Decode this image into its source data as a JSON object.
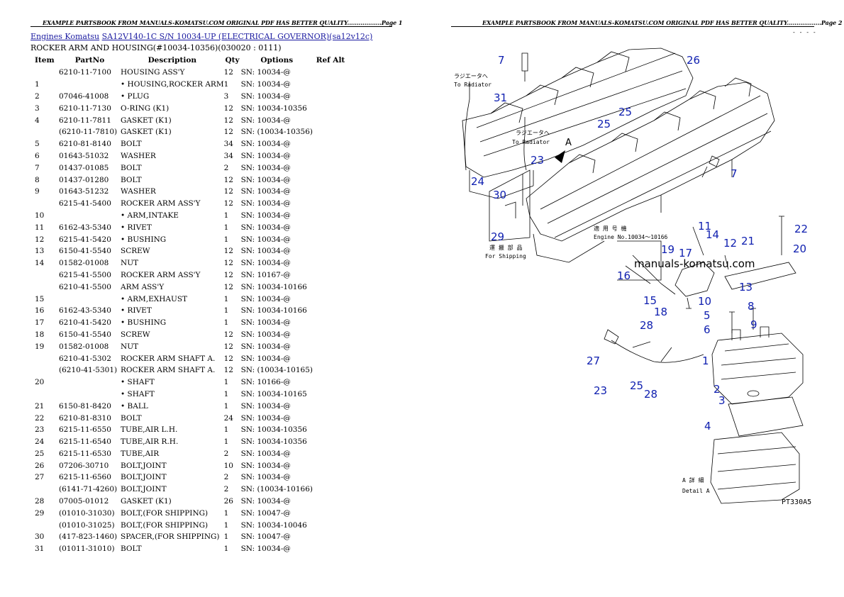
{
  "header": {
    "left": "EXAMPLE PARTSBOOK FROM MANUALS-KOMATSU.COM ORIGINAL PDF HAS BETTER QUALITY..................Page 1",
    "right": "EXAMPLE PARTSBOOK FROM MANUALS-KOMATSU.COM ORIGINAL PDF HAS BETTER QUALITY..................Page 2"
  },
  "breadcrumb": {
    "link1": "Engines Komatsu",
    "link2": "SA12V140-1C S/N 10034-UP (ELECTRICAL GOVERNOR)(sa12v12c)"
  },
  "section_title": "ROCKER ARM AND HOUSING(#10034-10356)(030020 : 0111)",
  "columns": [
    "Item",
    "PartNo",
    "Description",
    "Qty",
    "Options",
    "Ref Alt"
  ],
  "rows": [
    [
      "",
      "6210-11-7100",
      "HOUSING ASS'Y",
      "12",
      "SN: 10034-@",
      ""
    ],
    [
      "1",
      "",
      "• HOUSING,ROCKER ARM",
      "1",
      "SN: 10034-@",
      ""
    ],
    [
      "2",
      "07046-41008",
      "• PLUG",
      "3",
      "SN: 10034-@",
      ""
    ],
    [
      "3",
      "6210-11-7130",
      "O-RING (K1)",
      "12",
      "SN: 10034-10356",
      ""
    ],
    [
      "4",
      "6210-11-7811",
      "GASKET (K1)",
      "12",
      "SN: 10034-@",
      ""
    ],
    [
      "",
      "(6210-11-7810)",
      "GASKET (K1)",
      "12",
      "SN: (10034-10356)",
      ""
    ],
    [
      "5",
      "6210-81-8140",
      "BOLT",
      "34",
      "SN: 10034-@",
      ""
    ],
    [
      "6",
      "01643-51032",
      "WASHER",
      "34",
      "SN: 10034-@",
      ""
    ],
    [
      "7",
      "01437-01085",
      "BOLT",
      "2",
      "SN: 10034-@",
      ""
    ],
    [
      "8",
      "01437-01280",
      "BOLT",
      "12",
      "SN: 10034-@",
      ""
    ],
    [
      "9",
      "01643-51232",
      "WASHER",
      "12",
      "SN: 10034-@",
      ""
    ],
    [
      "",
      "6215-41-5400",
      "ROCKER ARM ASS'Y",
      "12",
      "SN: 10034-@",
      ""
    ],
    [
      "10",
      "",
      "• ARM,INTAKE",
      "1",
      "SN: 10034-@",
      ""
    ],
    [
      "11",
      "6162-43-5340",
      "• RIVET",
      "1",
      "SN: 10034-@",
      ""
    ],
    [
      "12",
      "6215-41-5420",
      "• BUSHING",
      "1",
      "SN: 10034-@",
      ""
    ],
    [
      "13",
      "6150-41-5540",
      "SCREW",
      "12",
      "SN: 10034-@",
      ""
    ],
    [
      "14",
      "01582-01008",
      "NUT",
      "12",
      "SN: 10034-@",
      ""
    ],
    [
      "",
      "6215-41-5500",
      "ROCKER ARM ASS'Y",
      "12",
      "SN: 10167-@",
      ""
    ],
    [
      "",
      "6210-41-5500",
      "ARM ASS'Y",
      "12",
      "SN: 10034-10166",
      ""
    ],
    [
      "15",
      "",
      "• ARM,EXHAUST",
      "1",
      "SN: 10034-@",
      ""
    ],
    [
      "16",
      "6162-43-5340",
      "• RIVET",
      "1",
      "SN: 10034-10166",
      ""
    ],
    [
      "17",
      "6210-41-5420",
      "• BUSHING",
      "1",
      "SN: 10034-@",
      ""
    ],
    [
      "18",
      "6150-41-5540",
      "SCREW",
      "12",
      "SN: 10034-@",
      ""
    ],
    [
      "19",
      "01582-01008",
      "NUT",
      "12",
      "SN: 10034-@",
      ""
    ],
    [
      "",
      "6210-41-5302",
      "ROCKER ARM SHAFT A.",
      "12",
      "SN: 10034-@",
      ""
    ],
    [
      "",
      "(6210-41-5301)",
      "ROCKER ARM SHAFT A.",
      "12",
      "SN: (10034-10165)",
      ""
    ],
    [
      "20",
      "",
      "• SHAFT",
      "1",
      "SN: 10166-@",
      ""
    ],
    [
      "",
      "",
      "• SHAFT",
      "1",
      "SN: 10034-10165",
      ""
    ],
    [
      "21",
      "6150-81-8420",
      "• BALL",
      "1",
      "SN: 10034-@",
      ""
    ],
    [
      "22",
      "6210-81-8310",
      "BOLT",
      "24",
      "SN: 10034-@",
      ""
    ],
    [
      "23",
      "6215-11-6550",
      "TUBE,AIR L.H.",
      "1",
      "SN: 10034-10356",
      ""
    ],
    [
      "24",
      "6215-11-6540",
      "TUBE,AIR R.H.",
      "1",
      "SN: 10034-10356",
      ""
    ],
    [
      "25",
      "6215-11-6530",
      "TUBE,AIR",
      "2",
      "SN: 10034-@",
      ""
    ],
    [
      "26",
      "07206-30710",
      "BOLT,JOINT",
      "10",
      "SN: 10034-@",
      ""
    ],
    [
      "27",
      "6215-11-6560",
      "BOLT,JOINT",
      "2",
      "SN: 10034-@",
      ""
    ],
    [
      "",
      "(6141-71-4260)",
      "BOLT,JOINT",
      "2",
      "SN: (10034-10166)",
      ""
    ],
    [
      "28",
      "07005-01012",
      "GASKET (K1)",
      "26",
      "SN: 10034-@",
      ""
    ],
    [
      "29",
      "(01010-31030)",
      "BOLT,(FOR SHIPPING)",
      "1",
      "SN: 10047-@",
      ""
    ],
    [
      "",
      "(01010-31025)",
      "BOLT,(FOR SHIPPING)",
      "1",
      "SN: 10034-10046",
      ""
    ],
    [
      "30",
      "(417-823-1460)",
      "SPACER,(FOR SHIPPING)",
      "1",
      "SN: 10047-@",
      ""
    ],
    [
      "31",
      "(01011-31010)",
      "BOLT",
      "1",
      "SN: 10034-@",
      ""
    ]
  ],
  "diagram": {
    "callouts": [
      "7",
      "26",
      "31",
      "25",
      "25",
      "24",
      "23",
      "30",
      "29",
      "7",
      "11",
      "14",
      "12",
      "21",
      "22",
      "20",
      "19",
      "17",
      "16",
      "10",
      "13",
      "15",
      "18",
      "5",
      "8",
      "6",
      "9",
      "28",
      "27",
      "1",
      "23",
      "25",
      "28",
      "2",
      "3",
      "4"
    ],
    "jp_labels": {
      "radiator_top_jp": "ラジエータへ",
      "radiator_top_en": "To Radiator",
      "radiator_mid_jp": "ラジエータへ",
      "radiator_mid_en": "To Radiator",
      "arrow_label": "A",
      "engine_no_jp": "適 用 号 機",
      "engine_no_en": "Engine No.10034～10166",
      "shipping_jp": "運 搬 部 品",
      "shipping_en": "For Shipping",
      "detail_jp": "A  詳  細",
      "detail_en": "Detail A",
      "figure_code": "PT330A5",
      "dashes": "- - - -"
    },
    "watermark": "manuals-komatsu.com"
  }
}
